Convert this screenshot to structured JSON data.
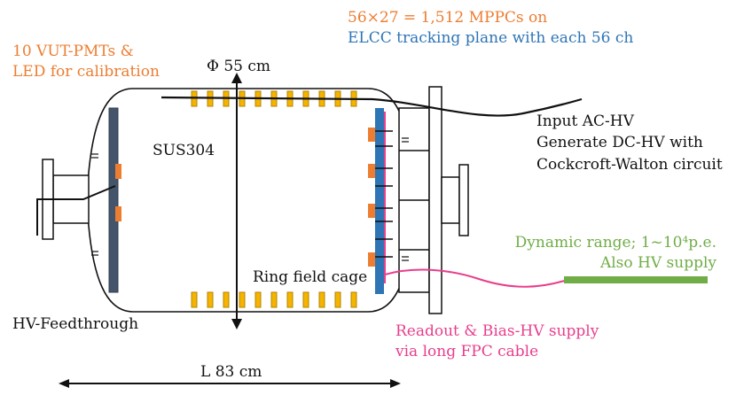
{
  "colors": {
    "pmt": "#ed7d31",
    "elcc": "#2e75b6",
    "fpc": "#e83e8c",
    "dynamic": "#70ad47",
    "outline": "#111111",
    "plate": "#44546a"
  },
  "labels": {
    "mppc_line1": "56×27 = 1,512 MPPCs on",
    "mppc_line2": "ELCC tracking plane with each 56 ch",
    "pmt_line1": "10 VUT-PMTs &",
    "pmt_line2": "LED for calibration",
    "diameter": "Φ 55 cm",
    "material": "SUS304",
    "hv_in_line1": "Input AC-HV",
    "hv_in_line2": "Generate DC-HV with",
    "hv_in_line3": "Cockcroft-Walton circuit",
    "dyn_line1": "Dynamic range; 1~10⁴p.e.",
    "dyn_line2": "Also HV supply",
    "field_cage": "Ring field cage",
    "feedthrough": "HV-Feedthrough",
    "readout_line1": "Readout & Bias-HV supply",
    "readout_line2": "via long FPC cable",
    "length": "L 83 cm"
  }
}
